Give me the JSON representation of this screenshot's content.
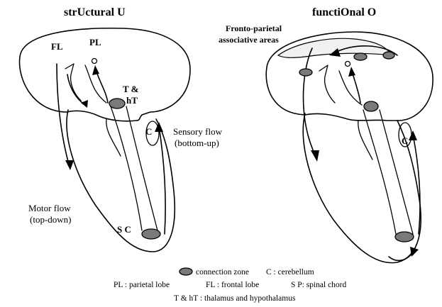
{
  "left_panel": {
    "title": "strUctural U",
    "labels": {
      "fl": "FL",
      "pl": "PL",
      "thalamus_line1": "T &",
      "thalamus_line2": "hT",
      "cerebellum": "C",
      "spinal_cord": "S C",
      "sensory_flow_line1": "Sensory flow",
      "sensory_flow_line2": "(bottom-up)",
      "motor_flow_line1": "Motor flow",
      "motor_flow_line2": "(top-down)"
    }
  },
  "right_panel": {
    "title": "functiOnal O",
    "annotation_line1": "Fronto-parietal",
    "annotation_line2": "associative areas",
    "labels": {
      "cerebellum": "C"
    }
  },
  "legend": {
    "connection_zone": "connection zone",
    "cerebellum": "C : cerebellum",
    "parietal_lobe": "PL : parietal lobe",
    "frontal_lobe": "FL : frontal lobe",
    "spinal_chord": "S P: spinal chord",
    "thalamus": "T & hT : thalamus and hypothalamus"
  },
  "colors": {
    "stroke": "#000000",
    "connection_zone_fill": "#7a7a7a",
    "associative_area_fill": "#f1f1f1",
    "background": "#ffffff"
  }
}
